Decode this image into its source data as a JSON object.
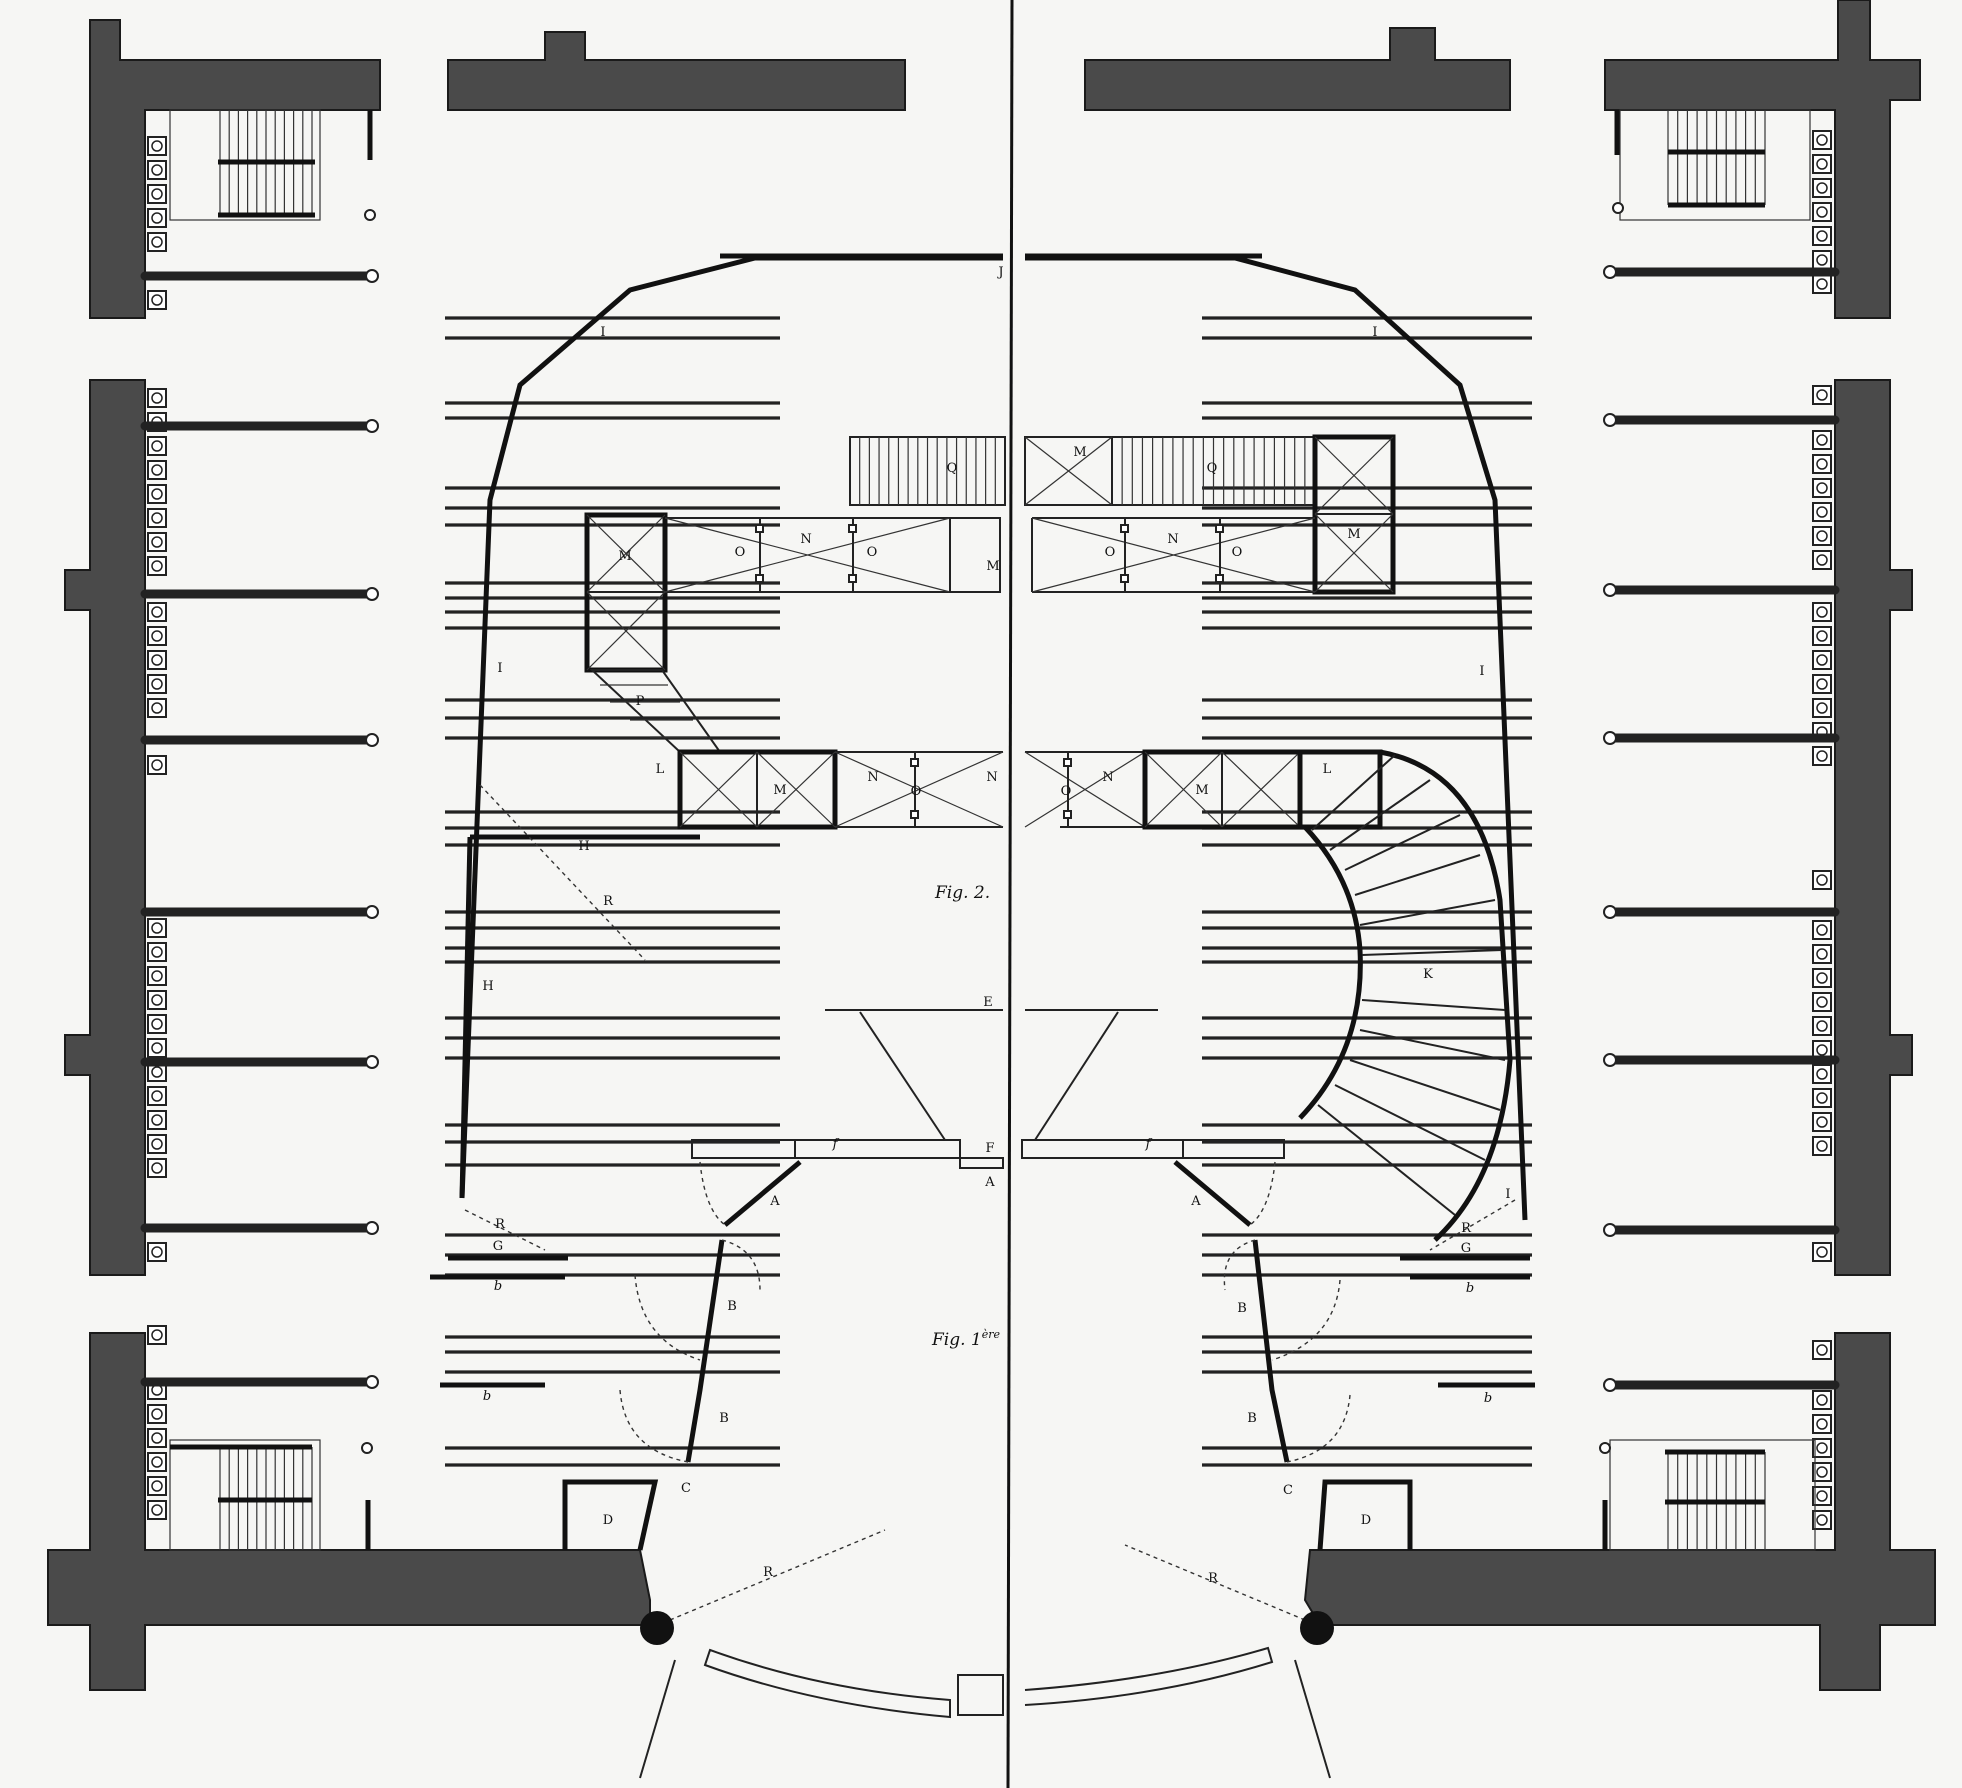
{
  "plate": {
    "figures": {
      "fig2": "Fig. 2.",
      "fig1": "Fig. 1",
      "fig1_sup": "ère"
    },
    "labels": {
      "I": "I",
      "J": "J",
      "H": "H",
      "R": "R",
      "M": "M",
      "Q": "Q",
      "O": "O",
      "N": "N",
      "P": "P",
      "L": "L",
      "K": "K",
      "E": "E",
      "F": "F",
      "f": "f",
      "A": "A",
      "G": "G",
      "b": "b",
      "B": "B",
      "C": "C",
      "D": "D"
    }
  }
}
